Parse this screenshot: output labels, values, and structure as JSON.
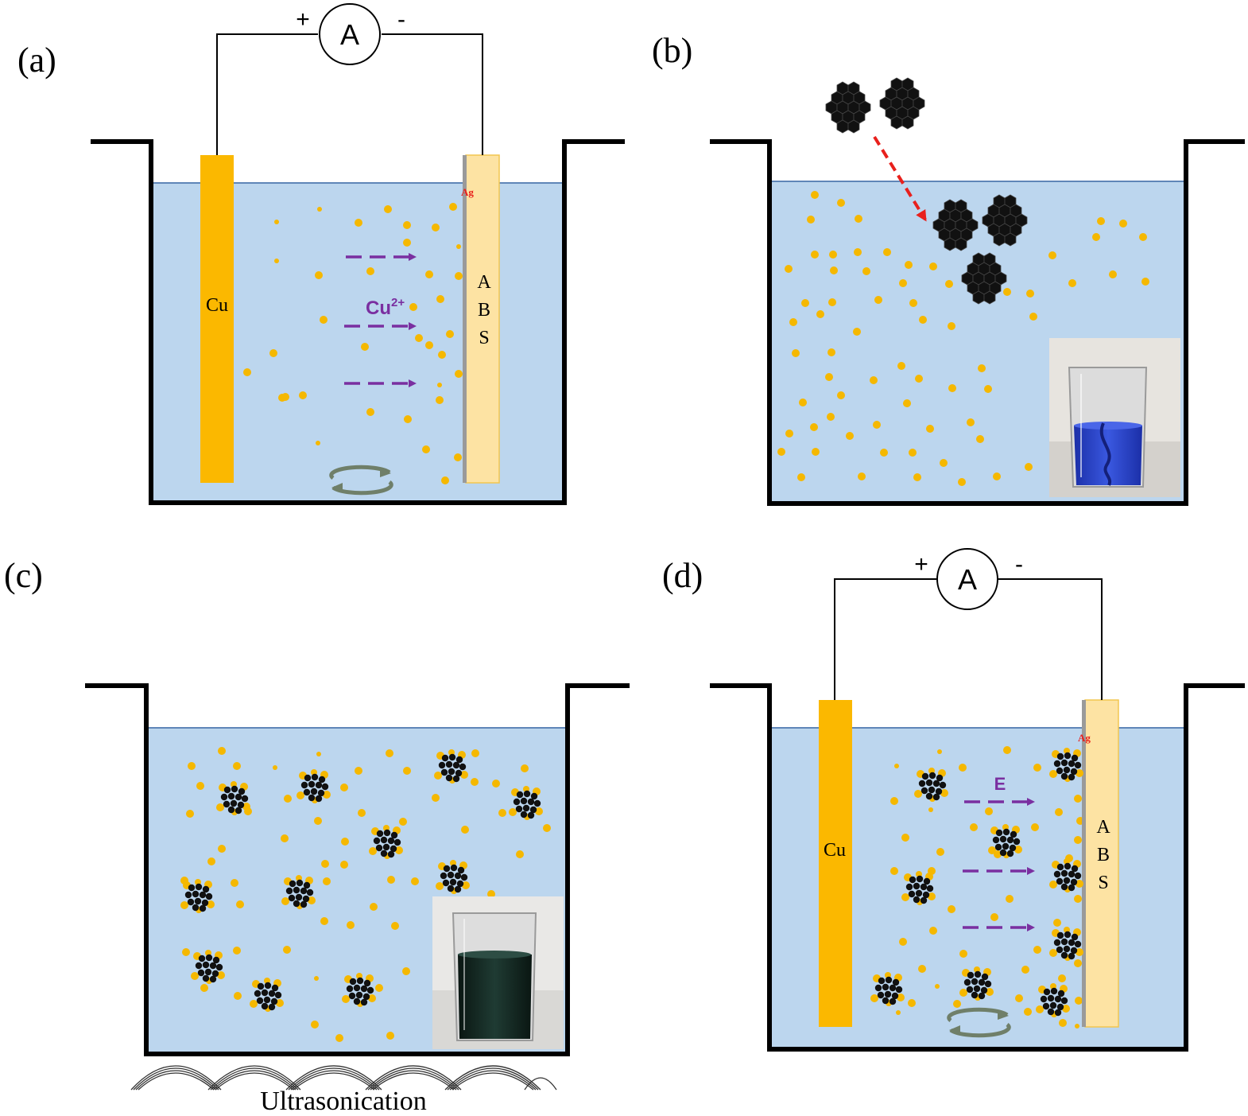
{
  "panels": {
    "a": {
      "label": "(a)",
      "meter": "A",
      "plus": "+",
      "minus": "-",
      "anode": "Cu",
      "cathode_letters": [
        "A",
        "B",
        "S"
      ],
      "ion": "Cu",
      "ion_charge": "2+",
      "coating": "Ag"
    },
    "b": {
      "label": "(b)"
    },
    "c": {
      "label": "(c)",
      "caption": "Ultrasonication"
    },
    "d": {
      "label": "(d)",
      "meter": "A",
      "plus": "+",
      "minus": "-",
      "anode": "Cu",
      "cathode_letters": [
        "A",
        "B",
        "S"
      ],
      "field": "E",
      "coating": "Ag"
    }
  },
  "colors": {
    "electrolyte": "#bcd6ee",
    "electrolyte_surface": "#5f86b8",
    "particle": "#f5b800",
    "copper_electrode": "#fbb800",
    "abs_electrode": "#fde3a3",
    "arrow_purple": "#7a2fa0",
    "arrow_red": "#e8201c",
    "cluster": "#111111",
    "tank_wall": "#000000",
    "stir_icon": "#6f7f69"
  }
}
